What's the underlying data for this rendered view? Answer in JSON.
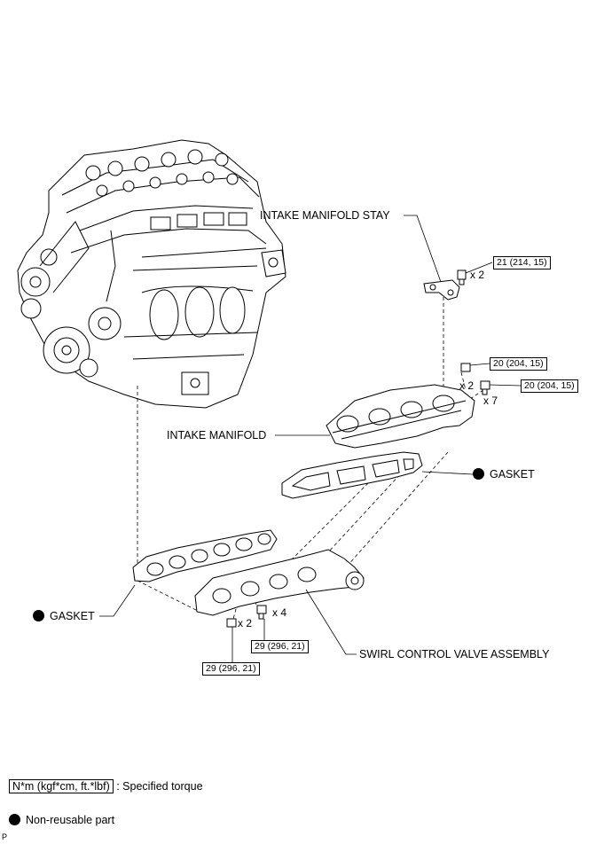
{
  "labels": {
    "intake_manifold_stay": "INTAKE MANIFOLD STAY",
    "intake_manifold": "INTAKE MANIFOLD",
    "gasket_upper": "GASKET",
    "gasket_lower": "GASKET",
    "swirl_control_valve": "SWIRL CONTROL VALVE ASSEMBLY"
  },
  "torques": {
    "stay_bolt": "21 (214, 15)",
    "manifold_nut": "20 (204, 15)",
    "manifold_bolt": "20 (204, 15)",
    "swirl_bolt": "29 (296, 21)",
    "swirl_nut": "29 (296, 21)"
  },
  "quantities": {
    "stay_bolt": "x 2",
    "manifold_nut": "x 2",
    "manifold_bolt": "x 7",
    "swirl_bolt": "x 4",
    "swirl_nut": "x 2"
  },
  "legend": {
    "torque_unit": "N*m (kgf*cm, ft.*lbf)",
    "torque_desc": ": Specified torque",
    "nonreusable": "Non-reusable part"
  },
  "figure_code": "P"
}
